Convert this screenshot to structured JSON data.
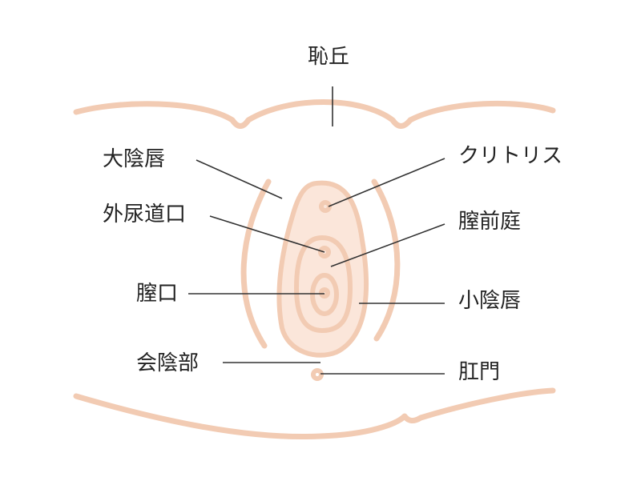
{
  "colors": {
    "stroke": "#f2cbb3",
    "fill": "#fbe6da",
    "leader": "#333333"
  },
  "labels": {
    "mons_pubis": "恥丘",
    "labia_majora": "大陰唇",
    "urethral_opening": "外尿道口",
    "vaginal_opening": "膣口",
    "perineum": "会陰部",
    "clitoris": "クリトリス",
    "vestibule": "膣前庭",
    "labia_minora": "小陰唇",
    "anus": "肛門"
  }
}
